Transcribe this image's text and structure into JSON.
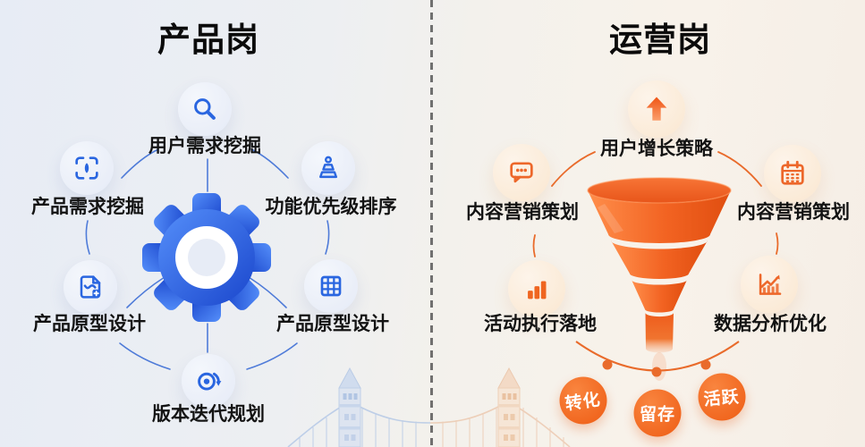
{
  "left_panel": {
    "title": "产品岗",
    "accent_color": "#2a66e0",
    "center_icon": "gear",
    "nodes": [
      {
        "label": "用户需求挖掘",
        "icon": "search"
      },
      {
        "label": "产品需求挖掘",
        "icon": "scan-eye"
      },
      {
        "label": "功能优先级排序",
        "icon": "pyramid-rank"
      },
      {
        "label": "产品原型设计",
        "icon": "document-chart"
      },
      {
        "label": "产品原型设计",
        "icon": "grid-table"
      },
      {
        "label": "版本迭代规划",
        "icon": "iteration-arrow"
      }
    ]
  },
  "right_panel": {
    "title": "运营岗",
    "accent_color": "#f2641f",
    "center_icon": "funnel",
    "nodes": [
      {
        "label": "用户增长策略",
        "icon": "arrow-up"
      },
      {
        "label": "内容营销策划",
        "icon": "chat-bubble"
      },
      {
        "label": "内容营销策划",
        "icon": "calendar"
      },
      {
        "label": "活动执行落地",
        "icon": "bar-chart"
      },
      {
        "label": "数据分析优化",
        "icon": "line-chart"
      }
    ],
    "funnel_badges": [
      {
        "label": "转化"
      },
      {
        "label": "留存"
      },
      {
        "label": "活跃"
      }
    ]
  },
  "decor": {
    "divider": "vertical-dashed-line",
    "bottom_illustration": "tower-bridge"
  }
}
